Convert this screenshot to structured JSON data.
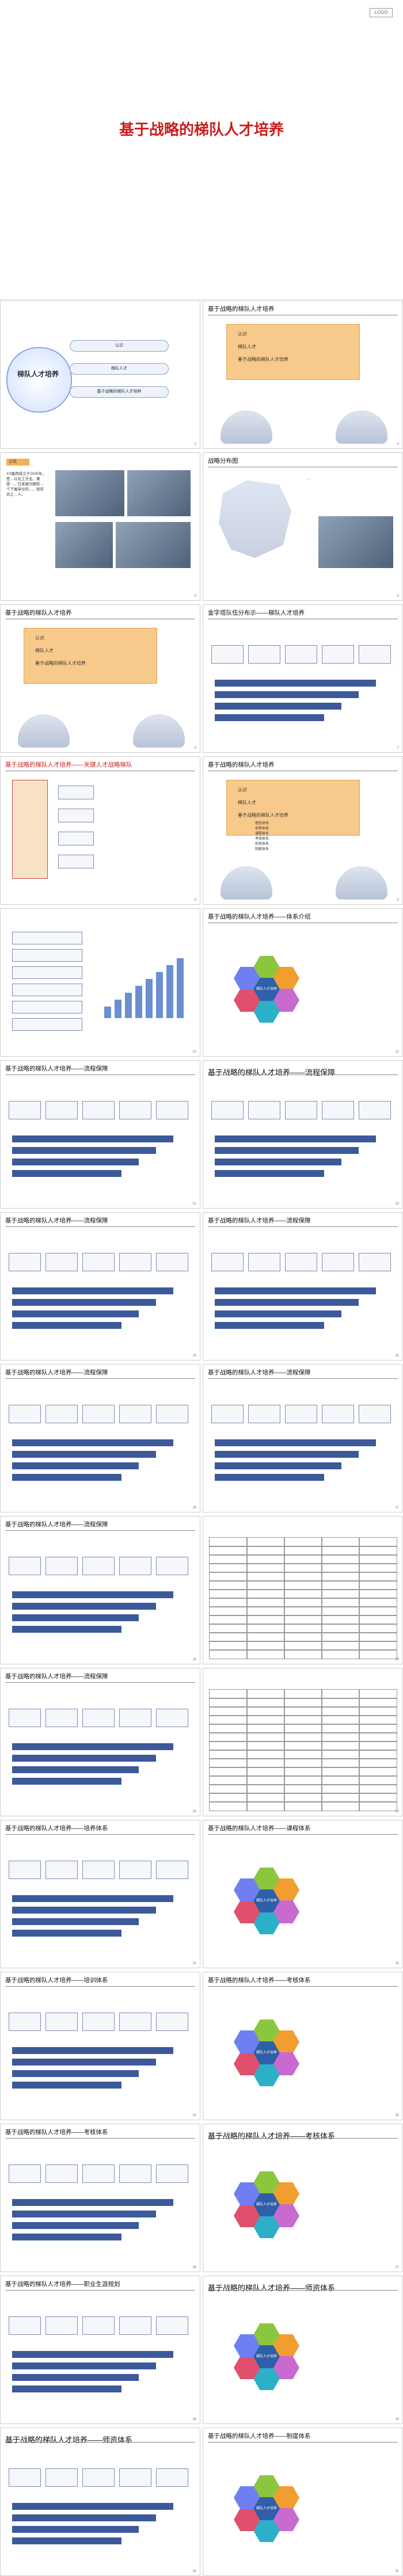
{
  "doc_title": "基于战略的梯队人才培养",
  "slides": [
    {
      "title": "",
      "center": "梯队人才培养",
      "items": [
        "认识",
        "梯队人才",
        "基于战略的梯队人才培养"
      ]
    },
    {
      "title": "基于战略的梯队人才培养",
      "items": [
        "认识",
        "梯队人才",
        "基于战略的梯队人才培养"
      ]
    },
    {
      "title": "",
      "heading": "公司",
      "body": "XX集团成立于2000年，是…以化工为主，兼营…，已发展为拥有…个下属单位的…，现有员工…人。"
    },
    {
      "title": "战略分布图",
      "body": "…"
    },
    {
      "title": "基于战略的梯队人才培养",
      "items": [
        "认识",
        "梯队人才",
        "基于战略的梯队人才培养"
      ]
    },
    {
      "title": "金字塔队伍分布示——梯队人才培养",
      "body": ""
    },
    {
      "title": "基于战略的梯队人才培养——关键人才战略梯队",
      "body": ""
    },
    {
      "title": "基于战略的梯队人才培养",
      "items": [
        "认识",
        "梯队人才",
        "基于战略的梯队人才培养"
      ],
      "list": [
        "理念体系",
        "培养体系",
        "课程体系",
        "考核体系",
        "师资体系",
        "制度体系"
      ]
    },
    {
      "title": "",
      "body": ""
    },
    {
      "title": "基于战略的梯队人才培养——体系介绍",
      "center": "梯队人才培养"
    },
    {
      "title": "基于战略的梯队人才培养——流程保障",
      "body": ""
    },
    {
      "title": "基于战略的梯队人才培养——流程保障",
      "body": ""
    },
    {
      "title": "基于战略的梯队人才培养——流程保障",
      "body": ""
    },
    {
      "title": "基于战略的梯队人才培养——流程保障",
      "body": ""
    },
    {
      "title": "基于战略的梯队人才培养——流程保障",
      "body": ""
    },
    {
      "title": "基于战略的梯队人才培养——流程保障",
      "body": ""
    },
    {
      "title": "基于战略的梯队人才培养——流程保障",
      "body": ""
    },
    {
      "title": "",
      "body": ""
    },
    {
      "title": "基于战略的梯队人才培养——流程保障",
      "body": ""
    },
    {
      "title": "",
      "body": ""
    },
    {
      "title": "基于战略的梯队人才培养——培养体系",
      "body": ""
    },
    {
      "title": "基于战略的梯队人才培养——课程体系",
      "center": "梯队人才培养"
    },
    {
      "title": "基于战略的梯队人才培养——培训体系",
      "body": ""
    },
    {
      "title": "基于战略的梯队人才培养——考核体系",
      "center": "梯队人才培养"
    },
    {
      "title": "基于战略的梯队人才培养——考核体系",
      "body": ""
    },
    {
      "title": "基于战略的梯队人才培养——考核体系",
      "center": "梯队人才培养"
    },
    {
      "title": "基于战略的梯队人才培养——职业生涯规划",
      "body": ""
    },
    {
      "title": "基于战略的梯队人才培养——师资体系",
      "center": "梯队人才培养"
    },
    {
      "title": "基于战略的梯队人才培养——师资体系",
      "body": ""
    },
    {
      "title": "基于战略的梯队人才培养——制度体系",
      "center": "梯队人才培养"
    }
  ]
}
